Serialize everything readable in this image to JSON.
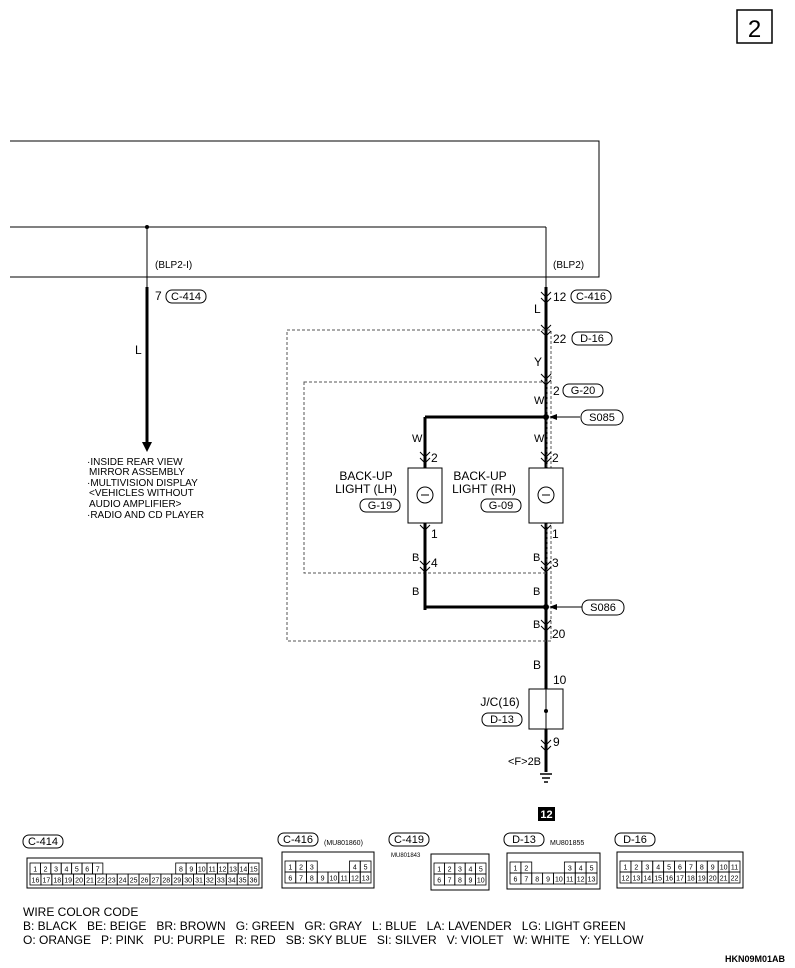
{
  "page_number": "2",
  "diagram_code": "HKN09M01AB",
  "ground_id": "12",
  "circuit_labels": {
    "left_branch": "(BLP2-I)",
    "right_branch": "(BLP2)"
  },
  "connectors": {
    "c414_pin": "7",
    "c414": "C-414",
    "c416_pin": "12",
    "c416": "C-416",
    "d16_pin": "22",
    "d16": "D-16",
    "g20_pin": "2",
    "g20": "G-20",
    "s085": "S085",
    "s086": "S086",
    "jc_pin_in": "10",
    "jc_pin_out": "9",
    "jc_name": "J/C(16)",
    "d13": "D-13",
    "f2b": "<F>2B"
  },
  "wire_colors": {
    "l1": "L",
    "l2": "L",
    "y": "Y",
    "w1": "W",
    "w2": "W",
    "w3": "W",
    "b1": "B",
    "b2": "B",
    "b3": "B",
    "b4": "B",
    "b5": "B",
    "b6": "B"
  },
  "lights": {
    "lh": {
      "line1": "BACK-UP",
      "line2": "LIGHT (LH)",
      "connector": "G-19",
      "pin_top": "2",
      "pin_bot": "1",
      "pin_j": "4"
    },
    "rh": {
      "line1": "BACK-UP",
      "line2": "LIGHT (RH)",
      "connector": "G-09",
      "pin_top": "2",
      "pin_bot": "1",
      "pin_j": "3"
    },
    "pin_20": "20"
  },
  "destination": {
    "line1": "·INSIDE REAR VIEW",
    "line2": "MIRROR ASSEMBLY",
    "line3": "·MULTIVISION DISPLAY",
    "line4": "<VEHICLES WITHOUT",
    "line5": "AUDIO AMPLIFIER>",
    "line6": "·RADIO AND CD PLAYER"
  },
  "connector_views": {
    "c414": {
      "name": "C-414",
      "row1": [
        "1",
        "2",
        "3",
        "4",
        "5",
        "6",
        "7",
        "",
        "",
        "",
        "",
        "",
        "",
        "",
        "8",
        "9",
        "10",
        "11",
        "12",
        "13",
        "14",
        "15"
      ],
      "row2": [
        "16",
        "17",
        "18",
        "19",
        "20",
        "21",
        "22",
        "23",
        "24",
        "25",
        "26",
        "27",
        "28",
        "29",
        "30",
        "31",
        "32",
        "33",
        "34",
        "35",
        "36"
      ]
    },
    "c416": {
      "name": "C-416",
      "part": "(MU801860)",
      "row1": [
        "1",
        "2",
        "3",
        "",
        "",
        "",
        "4",
        "5"
      ],
      "row2": [
        "6",
        "7",
        "8",
        "9",
        "10",
        "11",
        "12",
        "13"
      ]
    },
    "c419": {
      "name": "C-419",
      "part": "MU801843",
      "row1": [
        "1",
        "2",
        "3",
        "4",
        "5"
      ],
      "row2": [
        "6",
        "7",
        "8",
        "9",
        "10"
      ]
    },
    "d13": {
      "name": "D-13",
      "part": "MU801855",
      "row1": [
        "1",
        "2",
        "",
        "",
        "",
        "3",
        "4",
        "5"
      ],
      "row2": [
        "6",
        "7",
        "8",
        "9",
        "10",
        "11",
        "12",
        "13"
      ]
    },
    "d16": {
      "name": "D-16",
      "row1": [
        "1",
        "2",
        "3",
        "4",
        "5",
        "6",
        "7",
        "8",
        "9",
        "10",
        "11"
      ],
      "row2": [
        "12",
        "13",
        "14",
        "15",
        "16",
        "17",
        "18",
        "19",
        "20",
        "21",
        "22"
      ]
    }
  },
  "legend": {
    "title": "WIRE COLOR CODE",
    "line1": "B: BLACK   BE: BEIGE   BR: BROWN   G: GREEN   GR: GRAY   L: BLUE   LA: LAVENDER   LG: LIGHT GREEN",
    "line2": "O: ORANGE   P: PINK   PU: PURPLE   R: RED   SB: SKY BLUE   SI: SILVER   V: VIOLET   W: WHITE   Y: YELLOW"
  }
}
